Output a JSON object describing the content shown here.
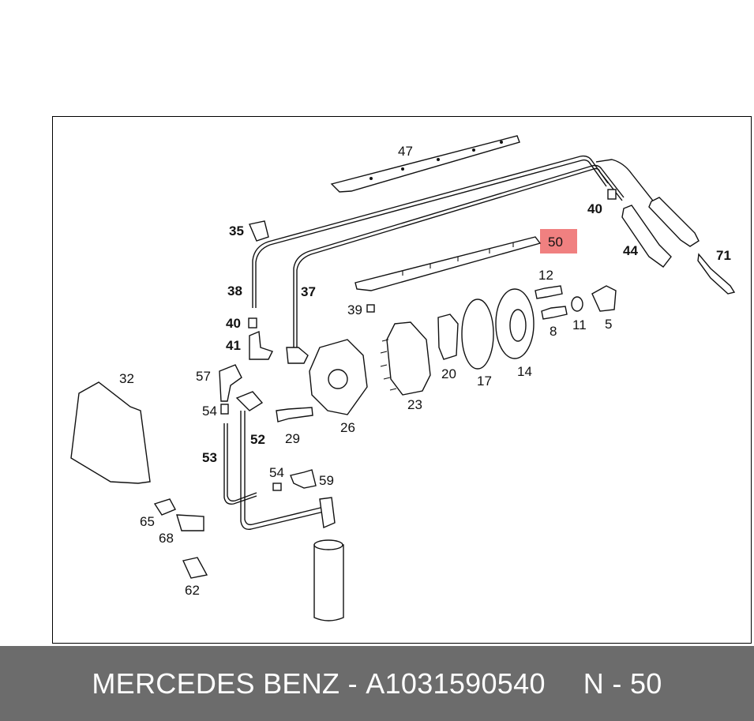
{
  "footer": {
    "brand": "MERCEDES BENZ",
    "separator": " - ",
    "part_number": "A1031590540",
    "position_prefix": "N - ",
    "position_number": "50"
  },
  "highlight": {
    "label": "50",
    "color": "#f08080"
  },
  "callouts": {
    "c47": "47",
    "c40a": "40",
    "c44": "44",
    "c71": "71",
    "c35": "35",
    "c38": "38",
    "c37": "37",
    "c40b": "40",
    "c41": "41",
    "c39": "39",
    "c12": "12",
    "c8": "8",
    "c11": "11",
    "c5": "5",
    "c20": "20",
    "c17": "17",
    "c14": "14",
    "c23": "23",
    "c26": "26",
    "c29": "29",
    "c32": "32",
    "c57": "57",
    "c54a": "54",
    "c52": "52",
    "c53": "53",
    "c54b": "54",
    "c59": "59",
    "c65": "65",
    "c68": "68",
    "c62": "62"
  }
}
